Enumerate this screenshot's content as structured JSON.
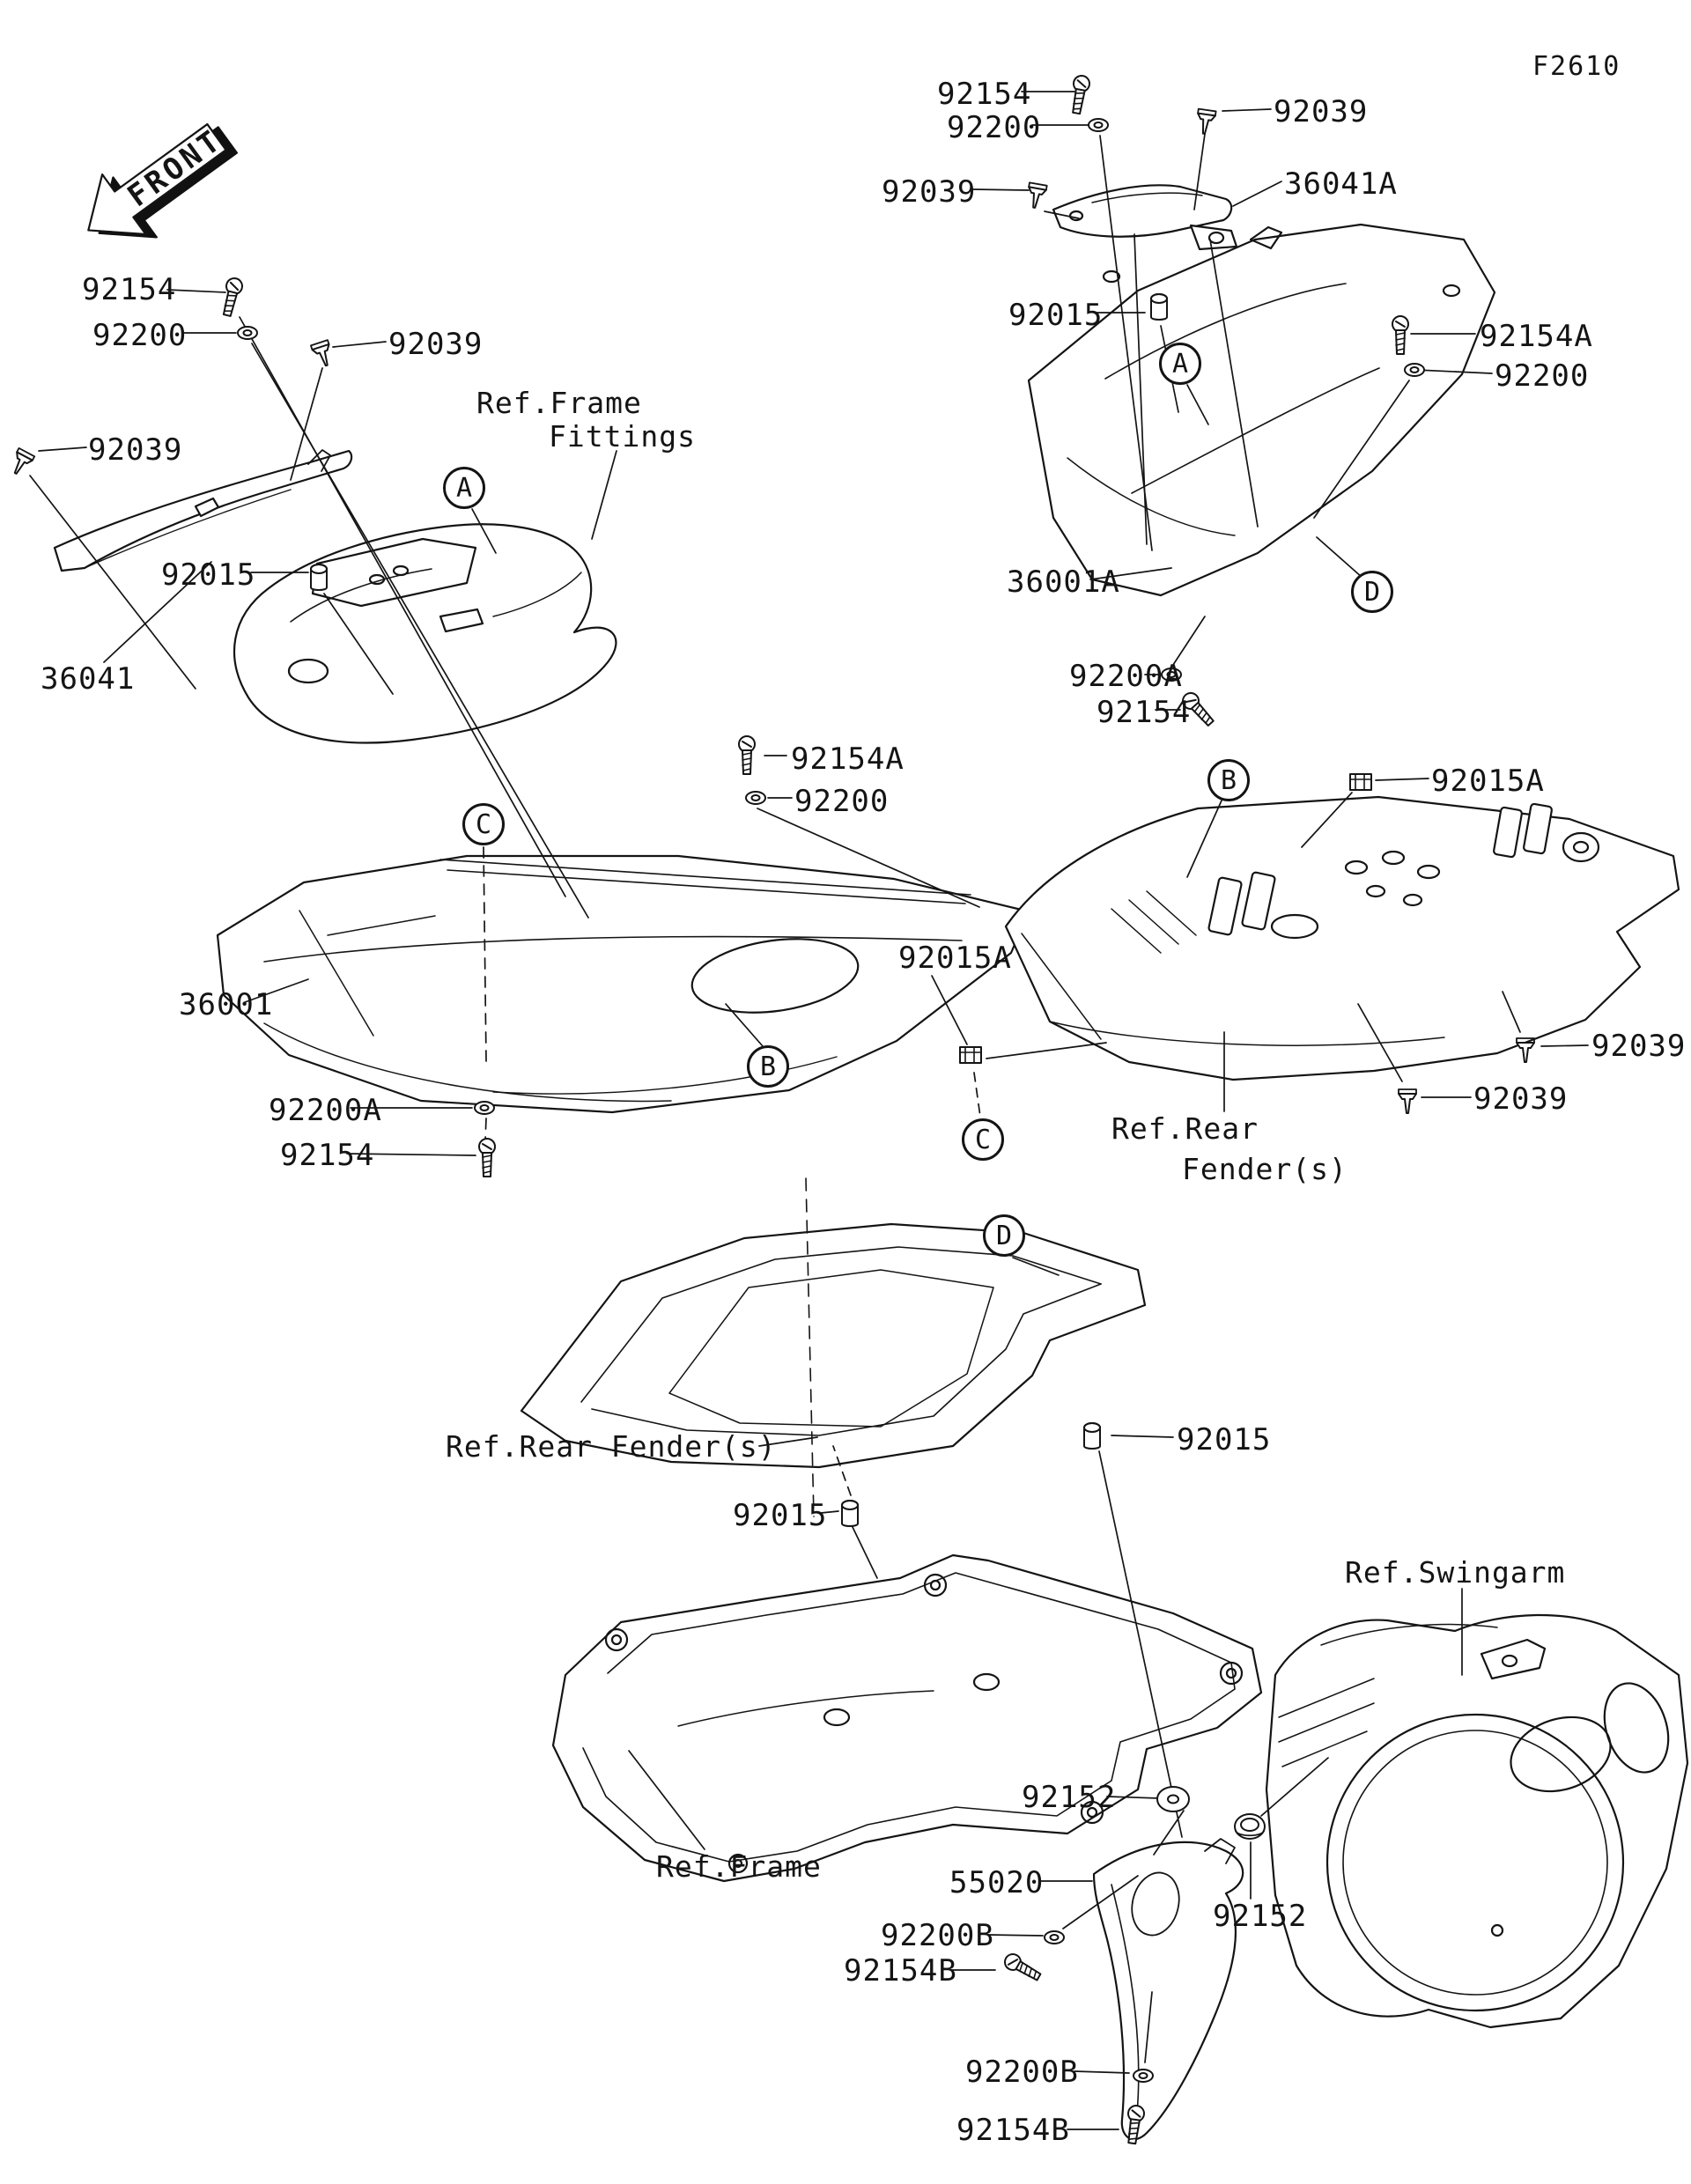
{
  "page": {
    "code": "F2610"
  },
  "front": {
    "label": "FRONT"
  },
  "circles": {
    "a": "A",
    "b": "B",
    "c": "C",
    "d": "D"
  },
  "refs": {
    "frame_fittings_line1": "Ref.Frame",
    "frame_fittings_line2": "Fittings",
    "rear_fender_right_line1": "Ref.Rear",
    "rear_fender_right_line2": "Fender(s)",
    "rear_fender_left": "Ref.Rear Fender(s)",
    "swingarm": "Ref.Swingarm",
    "frame": "Ref.Frame"
  },
  "callouts": {
    "tl_screw": "92154",
    "tl_washer": "92200",
    "tl_clip_right": "92039",
    "tl_clip_left": "92039",
    "tl_bushing": "92015",
    "tl_brace": "36041",
    "tr_screw": "92154",
    "tr_washer": "92200",
    "tr_clip_right": "92039",
    "tr_clip_left": "92039",
    "tr_bracket": "36041A",
    "tr_bushing": "92015",
    "left_cover": "36001",
    "left_cover_screw": "92154A",
    "left_cover_washer": "92200",
    "left_cover_washer2": "92200A",
    "left_cover_screw2": "92154",
    "mid_clip": "92015A",
    "right_cover": "36001A",
    "right_cover_screw": "92154A",
    "right_cover_washer": "92200",
    "right_cover_washer2": "92200A",
    "right_cover_screw2": "92154",
    "right_clip": "92015A",
    "fender_clip1": "92039",
    "fender_clip2": "92039",
    "duct_bushing_right": "92015",
    "duct_bushing_left": "92015",
    "collar1": "92152",
    "collar2": "92152",
    "flap": "55020",
    "flap_washer1": "92200B",
    "flap_screw1": "92154B",
    "flap_washer2": "92200B",
    "flap_screw2": "92154B"
  }
}
